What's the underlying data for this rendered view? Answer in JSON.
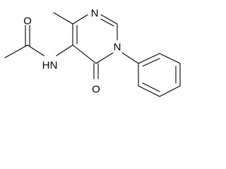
{
  "molecule": {
    "atoms": {
      "carbonyl_oxygen_acetyl": "O",
      "amide_nitrogen": "N",
      "amide_hydrogen": "H",
      "ring_nitrogen_top": "N",
      "ring_nitrogen_phenyl": "N",
      "ring_carbonyl_oxygen": "O"
    }
  },
  "colors": {
    "ink": "#000000",
    "background": "#ffffff"
  }
}
